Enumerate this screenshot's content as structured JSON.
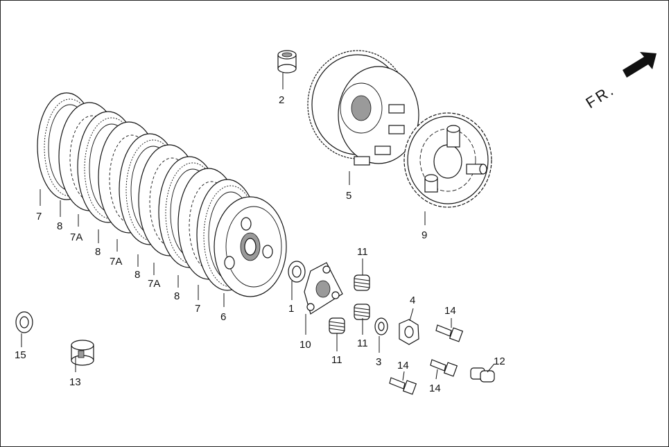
{
  "direction_indicator": {
    "text": "FR."
  },
  "callouts": [
    {
      "id": "c7a",
      "text": "7"
    },
    {
      "id": "c8a",
      "text": "8"
    },
    {
      "id": "c7Aa",
      "text": "7A"
    },
    {
      "id": "c8b",
      "text": "8"
    },
    {
      "id": "c7Ab",
      "text": "7A"
    },
    {
      "id": "c8c",
      "text": "8"
    },
    {
      "id": "c7Ac",
      "text": "7A"
    },
    {
      "id": "c8d",
      "text": "8"
    },
    {
      "id": "c7b",
      "text": "7"
    },
    {
      "id": "c6",
      "text": "6"
    },
    {
      "id": "c2",
      "text": "2"
    },
    {
      "id": "c5",
      "text": "5"
    },
    {
      "id": "c9",
      "text": "9"
    },
    {
      "id": "c1",
      "text": "1"
    },
    {
      "id": "c10",
      "text": "10"
    },
    {
      "id": "c11a",
      "text": "11"
    },
    {
      "id": "c11b",
      "text": "11"
    },
    {
      "id": "c11c",
      "text": "11"
    },
    {
      "id": "c3",
      "text": "3"
    },
    {
      "id": "c4",
      "text": "4"
    },
    {
      "id": "c14a",
      "text": "14"
    },
    {
      "id": "c14b",
      "text": "14"
    },
    {
      "id": "c14c",
      "text": "14"
    },
    {
      "id": "c12",
      "text": "12"
    },
    {
      "id": "c15",
      "text": "15"
    },
    {
      "id": "c13",
      "text": "13"
    }
  ]
}
